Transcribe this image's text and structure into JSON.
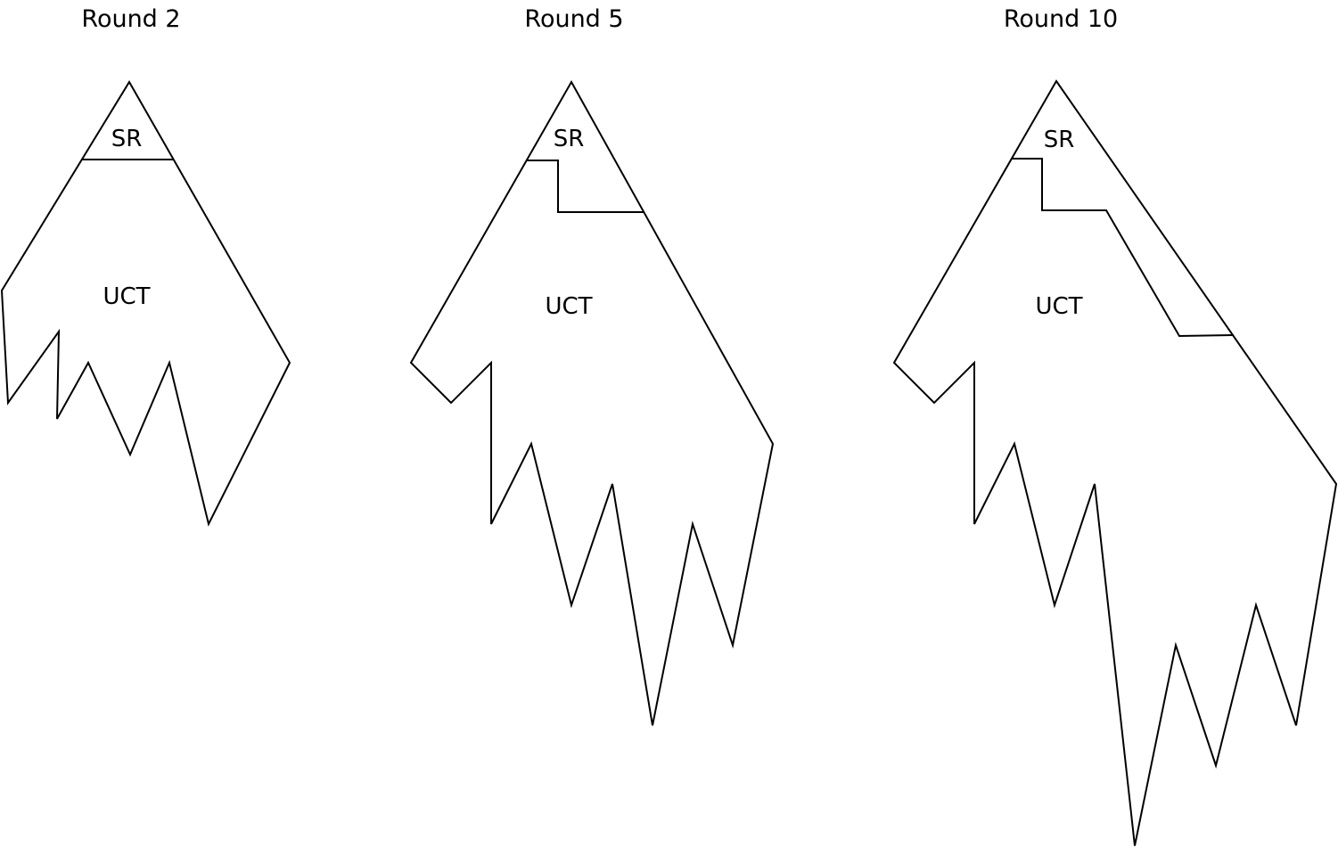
{
  "panels": [
    {
      "title": "Round 2",
      "top_region_label": "SR",
      "main_region_label": "UCT"
    },
    {
      "title": "Round 5",
      "top_region_label": "SR",
      "main_region_label": "UCT"
    },
    {
      "title": "Round 10",
      "top_region_label": "SR",
      "main_region_label": "UCT"
    }
  ],
  "colors": {
    "stroke": "#000000",
    "background": "#ffffff"
  }
}
